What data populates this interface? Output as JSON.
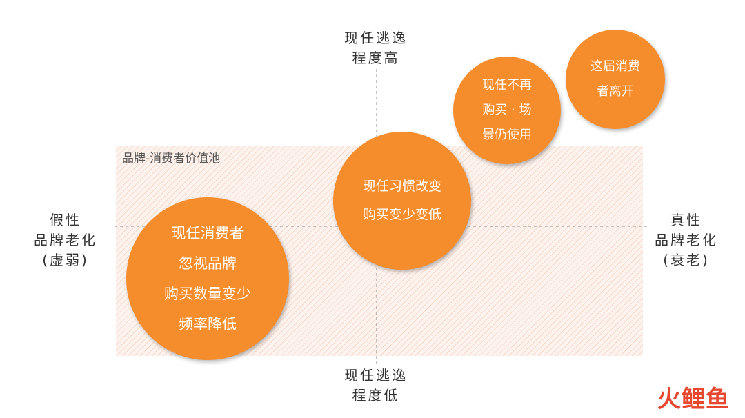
{
  "pool": {
    "label": "品牌-消费者价值池"
  },
  "axes": {
    "top": [
      "现任逃逸",
      "程度高"
    ],
    "bottom": [
      "现任逃逸",
      "程度低"
    ],
    "left": [
      "假性",
      "品牌老化",
      "(虚弱)"
    ],
    "right": [
      "真性",
      "品牌老化",
      "(衰老)"
    ]
  },
  "bubbles": [
    {
      "lines": [
        "现任消费者",
        "忽视品牌",
        "购买数量变少",
        "频率降低"
      ]
    },
    {
      "lines": [
        "现任习惯改变",
        "购买变少变低"
      ]
    },
    {
      "lines": [
        "现任不再",
        "购买 · 场",
        "景仍使用"
      ]
    },
    {
      "lines": [
        "这届消费",
        "者离开"
      ]
    }
  ],
  "colors": {
    "bubble": "#f58d2c",
    "pool": "#fdf3ee",
    "watermark": "#e8472f"
  },
  "watermark": "火鲤鱼"
}
